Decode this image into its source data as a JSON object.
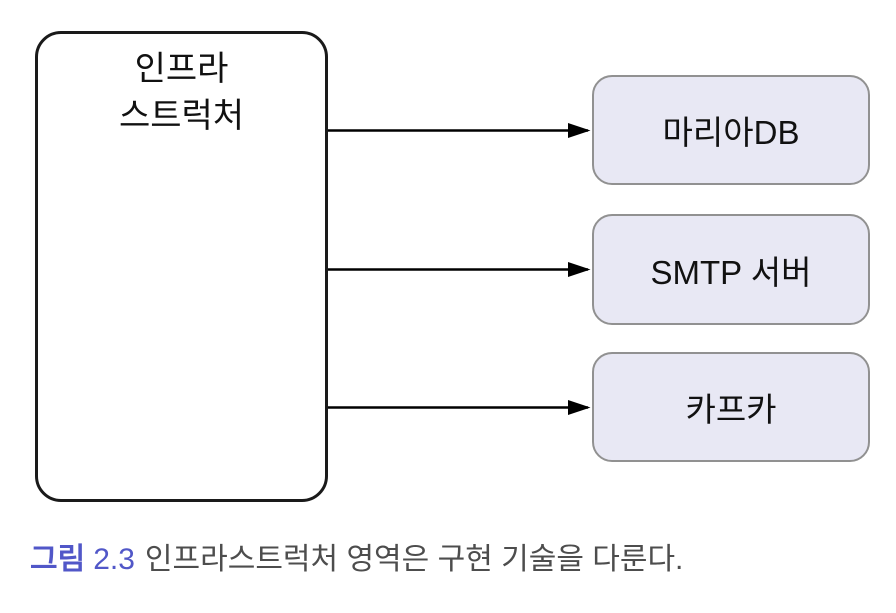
{
  "diagram": {
    "source_box": {
      "label_line1": "인프라",
      "label_line2": "스트럭처"
    },
    "target_boxes": [
      {
        "label": "마리아DB"
      },
      {
        "label": "SMTP 서버"
      },
      {
        "label": "카프카"
      }
    ],
    "colors": {
      "source_border": "#1a1a1a",
      "target_fill": "#e8e8f4",
      "target_border": "#919191",
      "arrow": "#000000"
    }
  },
  "caption": {
    "figure_word": "그림",
    "figure_number": "2.3",
    "text": "인프라스트럭처 영역은 구현 기술을 다룬다.",
    "label_color": "#5157c8",
    "text_color": "#4d4d4d"
  }
}
